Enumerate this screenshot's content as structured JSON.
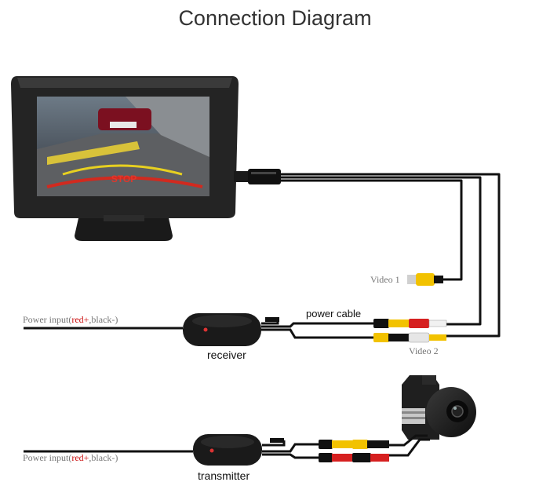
{
  "diagram": {
    "title": "Connection Diagram",
    "screen_text": "STOP",
    "labels": {
      "video1": "Video 1",
      "video2": "Video 2",
      "power_cable": "power cable",
      "receiver": "receiver",
      "transmitter": "transmitter"
    },
    "power_input": {
      "prefix": "Power input(",
      "red": "red+",
      "sep": ",",
      "black": "black-",
      "suffix": ")"
    }
  },
  "colors": {
    "cable": "#111111",
    "rca_yellow": "#f2c200",
    "rca_red": "#d62020",
    "rca_white": "#e6e6e6",
    "device": "#1a1a1a",
    "monitor_bezel": "#242424"
  },
  "icons": [
    "monitor-icon",
    "receiver-box-icon",
    "transmitter-box-icon",
    "camera-icon",
    "rca-plug-icon"
  ]
}
